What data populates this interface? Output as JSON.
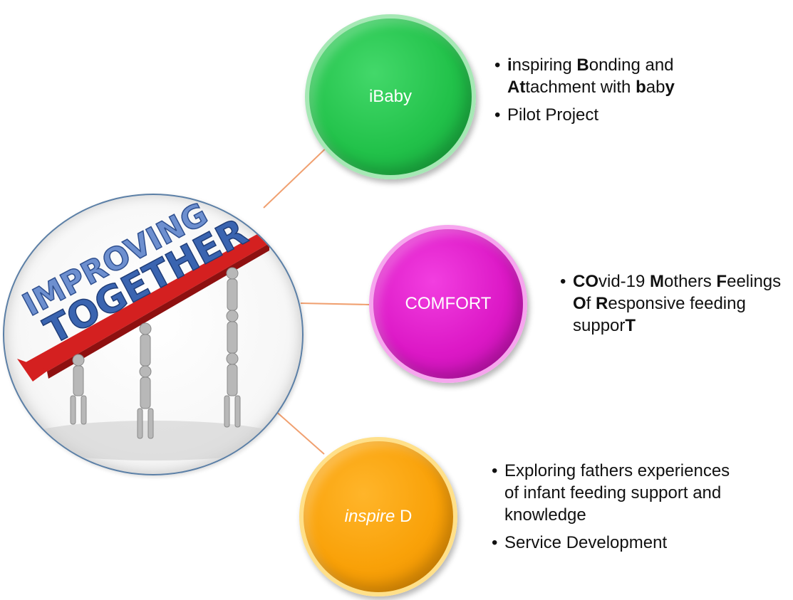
{
  "hub": {
    "graphic_text_line1": "IMPROVING",
    "graphic_text_line2": "TOGETHER"
  },
  "colors": {
    "green": "#22c24a",
    "magenta": "#dc18c6",
    "orange": "#f9a108",
    "connector": "#f0a070",
    "hub_border": "#5b7fa6",
    "arrow_red": "#d42020",
    "letters_blue": "#3a64b0"
  },
  "nodes": [
    {
      "label_italic": "",
      "label": "iBaby",
      "bullets": [
        [
          {
            "t": "i",
            "b": true
          },
          {
            "t": "nspiring ",
            "b": false
          },
          {
            "t": "B",
            "b": true
          },
          {
            "t": "onding and ",
            "b": false
          },
          {
            "t": "At",
            "b": true
          },
          {
            "t": "tachment with ",
            "b": false
          },
          {
            "t": "b",
            "b": true
          },
          {
            "t": "ab",
            "b": false
          },
          {
            "t": "y",
            "b": true
          }
        ],
        [
          {
            "t": "Pilot Project",
            "b": false
          }
        ]
      ]
    },
    {
      "label_italic": "",
      "label": "COMFORT",
      "bullets": [
        [
          {
            "t": "CO",
            "b": true
          },
          {
            "t": "vid-19 ",
            "b": false
          },
          {
            "t": "M",
            "b": true
          },
          {
            "t": "others ",
            "b": false
          },
          {
            "t": "F",
            "b": true
          },
          {
            "t": "eelings ",
            "b": false
          },
          {
            "t": "O",
            "b": true
          },
          {
            "t": "f ",
            "b": false
          },
          {
            "t": "R",
            "b": true
          },
          {
            "t": "esponsive feeding suppor",
            "b": false
          },
          {
            "t": "T",
            "b": true
          }
        ]
      ]
    },
    {
      "label_italic": "inspire",
      "label": " D",
      "bullets": [
        [
          {
            "t": "Exploring fathers experiences of infant feeding support and knowledge",
            "b": false
          }
        ],
        [
          {
            "t": "Service Development",
            "b": false
          }
        ]
      ]
    }
  ]
}
